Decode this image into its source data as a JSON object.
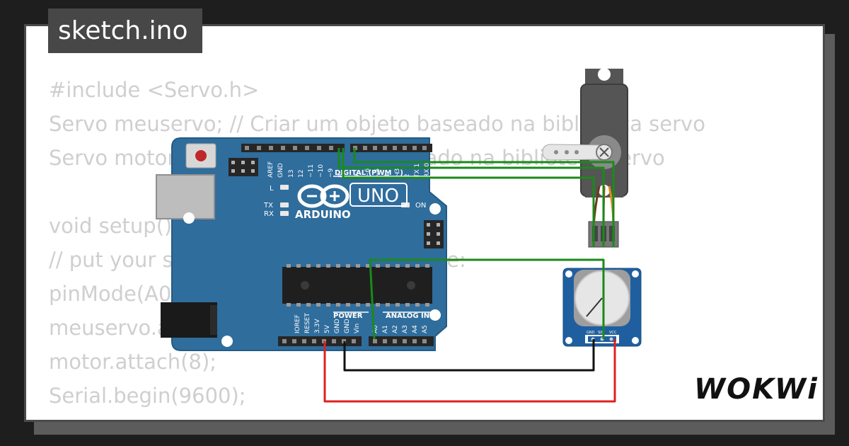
{
  "file": {
    "name": "sketch.ino"
  },
  "code": {
    "lines": [
      "#include <Servo.h>",
      "Servo meuservo; // Criar um objeto baseado na biblioteca servo",
      "Servo motor; // Criar um objeto baseado na biblioteca servo",
      "",
      "void setup() {",
      "// put your setup code here, to run once:",
      "pinMode(A0, INPUT);",
      "meuservo.attach(9);",
      "motor.attach(8);",
      "Serial.begin(9600);",
      "}"
    ]
  },
  "board": {
    "brand": "ARDUINO",
    "model": "UNO",
    "digital_header_label": "DIGITAL (PWM ~)",
    "digital_pins_left": [
      "AREF",
      "GND",
      "13",
      "12",
      "~11",
      "~10",
      "~9",
      "8"
    ],
    "digital_pins_right": [
      "7",
      "~6",
      "~5",
      "4",
      "~3",
      "2",
      "TX 1",
      "RX 0"
    ],
    "power_header_label": "POWER",
    "power_pins": [
      "IOREF",
      "RESET",
      "3.3V",
      "5V",
      "GND",
      "GND",
      "Vin"
    ],
    "analog_header_label": "ANALOG IN",
    "analog_pins": [
      "A0",
      "A1",
      "A2",
      "A3",
      "A4",
      "A5"
    ],
    "led_labels": [
      "L",
      "TX",
      "RX",
      "ON"
    ]
  },
  "potentiometer": {
    "pins": [
      "GND",
      "SIG",
      "VCC"
    ]
  },
  "brand": {
    "logo": "WOKWi"
  },
  "colors": {
    "board": "#2f6d9c",
    "wire_green": "#1a8a1a",
    "wire_red": "#e02020",
    "wire_black": "#111111",
    "servo_body": "#555555"
  }
}
